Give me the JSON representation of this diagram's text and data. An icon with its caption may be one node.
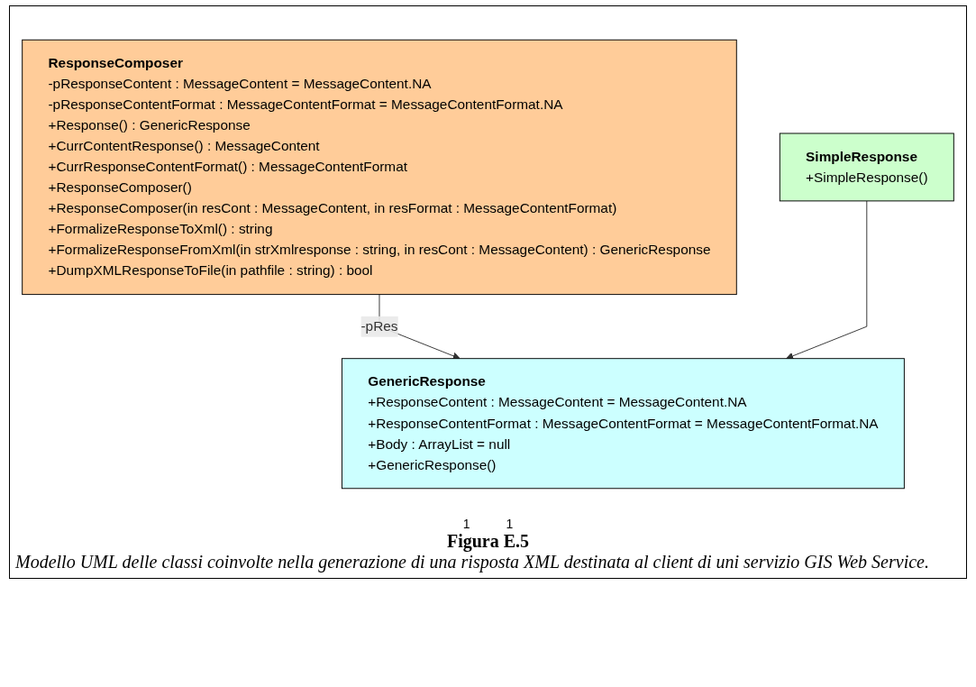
{
  "diagram": {
    "caption": "Figura E.5",
    "nodes": [
      {
        "text": [
          "ResponseComposer",
          "-pResponseContent : MessageContent = MessageContent.NA",
          "-pResponseContentFormat : MessageContentFormat = MessageContentFormat.NA",
          "+Response() : GenericResponse",
          "+CurrContentResponse() : MessageContent",
          "+CurrResponseContentFormat() : MessageContentFormat",
          "+ResponseComposer()",
          "+ResponseComposer(in resCont : MessageContent, in resFormat : MessageContentFormat)",
          "+FormalizeResponseToXml() : string",
          "+FormalizeResponseFromXml(in strXmlresponse : string, in resCont : MessageContent) : GenericResponse",
          "+DumpXMLResponseToFile(in pathfile : string) : bool"
        ]
      },
      {
        "text": [
          "GenericResponse",
          "+ResponseContent : MessageContent = MessageContent.NA",
          "+ResponseContentFormat : MessageContentFormat = MessageContentFormat.NA",
          "+Body : ArrayList = null",
          "+GenericResponse()"
        ]
      },
      {
        "text": [
          "SimpleResponse",
          "+SimpleResponse()"
        ]
      }
    ],
    "edges": [
      {
        "from": 0,
        "to": 1,
        "arrow": "to",
        "label": "-pRes"
      },
      {
        "from": 2,
        "to": 1,
        "arrow": "to"
      }
    ],
    "labels": [
      "1",
      "1",
      "Modello UML delle classi coinvolte nella generazione di una risposta XML destinata al client di uni servizio GIS Web Service."
    ]
  }
}
